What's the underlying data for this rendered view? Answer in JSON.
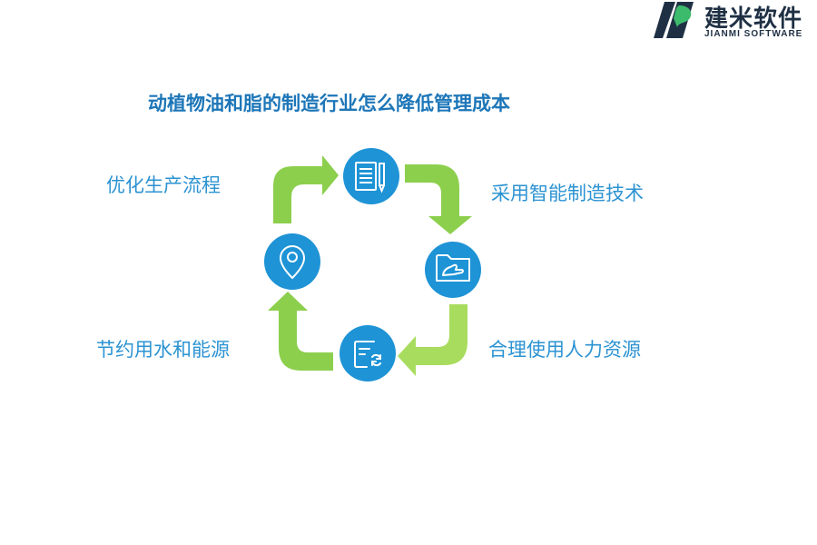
{
  "brand": {
    "name_cn": "建米软件",
    "name_en": "JIANMI SOFTWARE",
    "colors": {
      "dark": "#1f3044",
      "green": "#3dbb6c"
    }
  },
  "title": "动植物油和脂的制造行业怎么降低管理成本",
  "steps": [
    {
      "label": "采用智能制造技术",
      "icon": "folder-hand-icon"
    },
    {
      "label": "合理使用人力资源",
      "icon": "document-refresh-icon"
    },
    {
      "label": "节约用水和能源",
      "icon": "location-pin-icon"
    },
    {
      "label": "优化生产流程",
      "icon": "document-pencil-icon"
    }
  ],
  "colors": {
    "circle": "#1e93d6",
    "arrow_green": "#8ccf4d",
    "label_blue": "#2c93d2",
    "title_blue": "#1d76b8"
  }
}
